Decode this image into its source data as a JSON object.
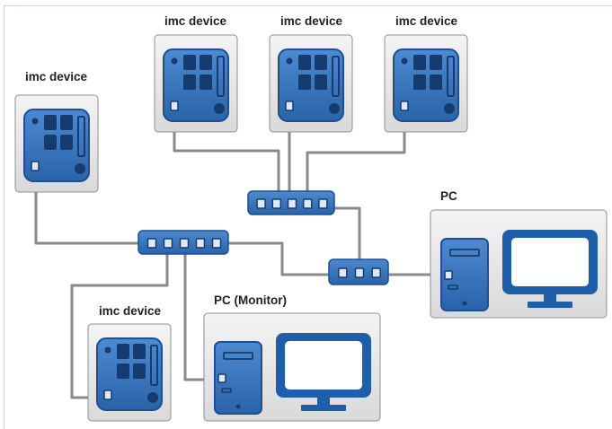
{
  "diagram": {
    "title": "",
    "device_label": "imc device",
    "pc_label": "PC",
    "pc_monitor_label": "PC (Monitor)",
    "colors": {
      "device_blue": "#2f6db5",
      "device_blue_dark": "#1d4f91",
      "device_blue_light": "#4a89cf",
      "panel_gray": "#e8e8e8",
      "panel_border": "#8f8f8f",
      "cable_gray": "#8a8a8a",
      "monitor_blue": "#1f5ea8"
    },
    "nodes": [
      {
        "id": "imc-device-1",
        "kind": "imc-device",
        "label": "imc device"
      },
      {
        "id": "imc-device-2",
        "kind": "imc-device",
        "label": "imc device"
      },
      {
        "id": "imc-device-3",
        "kind": "imc-device",
        "label": "imc device"
      },
      {
        "id": "imc-device-4",
        "kind": "imc-device",
        "label": "imc device"
      },
      {
        "id": "imc-device-5",
        "kind": "imc-device",
        "label": "imc device"
      },
      {
        "id": "pc",
        "kind": "pc",
        "label": "PC"
      },
      {
        "id": "pc-monitor",
        "kind": "pc",
        "label": "PC (Monitor)"
      },
      {
        "id": "switch-top",
        "kind": "switch",
        "ports": 5
      },
      {
        "id": "switch-left",
        "kind": "switch",
        "ports": 5
      },
      {
        "id": "switch-right",
        "kind": "switch",
        "ports": 3
      }
    ],
    "edges": [
      {
        "from": "imc-device-2",
        "to": "switch-top"
      },
      {
        "from": "imc-device-3",
        "to": "switch-top"
      },
      {
        "from": "imc-device-4",
        "to": "switch-top"
      },
      {
        "from": "switch-top",
        "to": "switch-right"
      },
      {
        "from": "imc-device-1",
        "to": "switch-left"
      },
      {
        "from": "switch-left",
        "to": "switch-right"
      },
      {
        "from": "switch-left",
        "to": "imc-device-5"
      },
      {
        "from": "switch-left",
        "to": "pc-monitor"
      },
      {
        "from": "switch-right",
        "to": "pc"
      }
    ]
  }
}
